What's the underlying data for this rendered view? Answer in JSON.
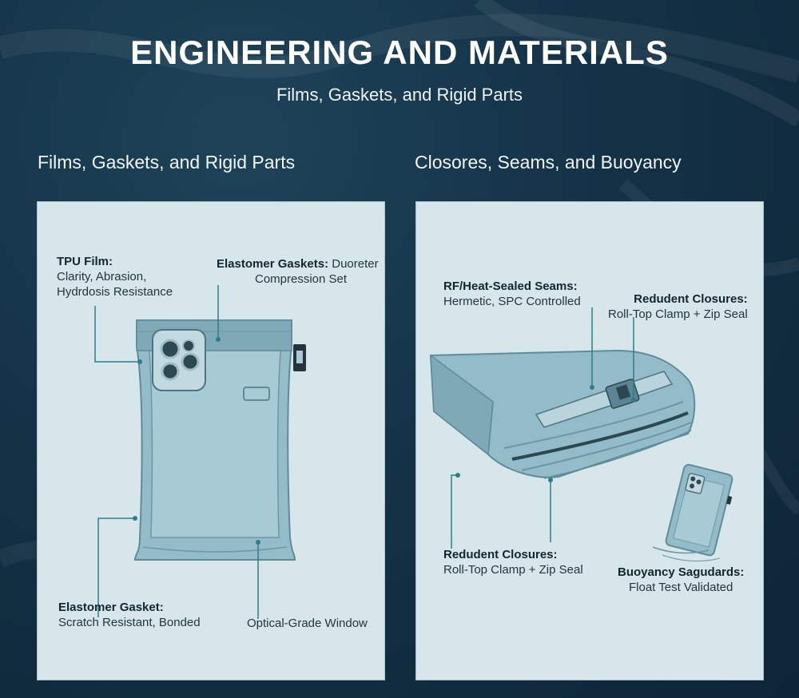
{
  "header": {
    "title": "ENGINEERING AND MATERIALS",
    "subtitle": "Films, Gaskets, and Rigid Parts"
  },
  "left_section": {
    "heading": "Films, Gaskets, and Rigid Parts",
    "callouts": {
      "tpu_film": {
        "title": "TPU Film:",
        "line1": "Clarity, Abrasion,",
        "line2": "Hydrdosis Resistance"
      },
      "elastomer_top": {
        "title": "Elastomer Gaskets:",
        "line1": "Duoreter",
        "line2": "Compression Set"
      },
      "elastomer_bottom": {
        "title": "Elastomer Gasket:",
        "line1": "Scratch Resistant, Bonded"
      },
      "optical_window": {
        "title": "Optical-Grade Window"
      }
    }
  },
  "right_section": {
    "heading": "Closores, Seams, and Buoyancy",
    "callouts": {
      "seams": {
        "title": "RF/Heat-Sealed Seams:",
        "line1": "Hermetic, SPC Controlled"
      },
      "closures_top": {
        "title": "Redudent Closures:",
        "line1": "Roll-Top Clamp + Zip Seal"
      },
      "closures_bottom": {
        "title": "Redudent Closures:",
        "line1": "Roll-Top Clamp + Zip Seal"
      },
      "buoyancy": {
        "title": "Buoyancy Sagudards:",
        "line1": "Float Test Validated"
      }
    }
  },
  "colors": {
    "background": "#143247",
    "panel": "#d7e6ea",
    "pouch": "#93bcc8",
    "leader_line": "#2f7c8c",
    "text": "#22353f"
  }
}
